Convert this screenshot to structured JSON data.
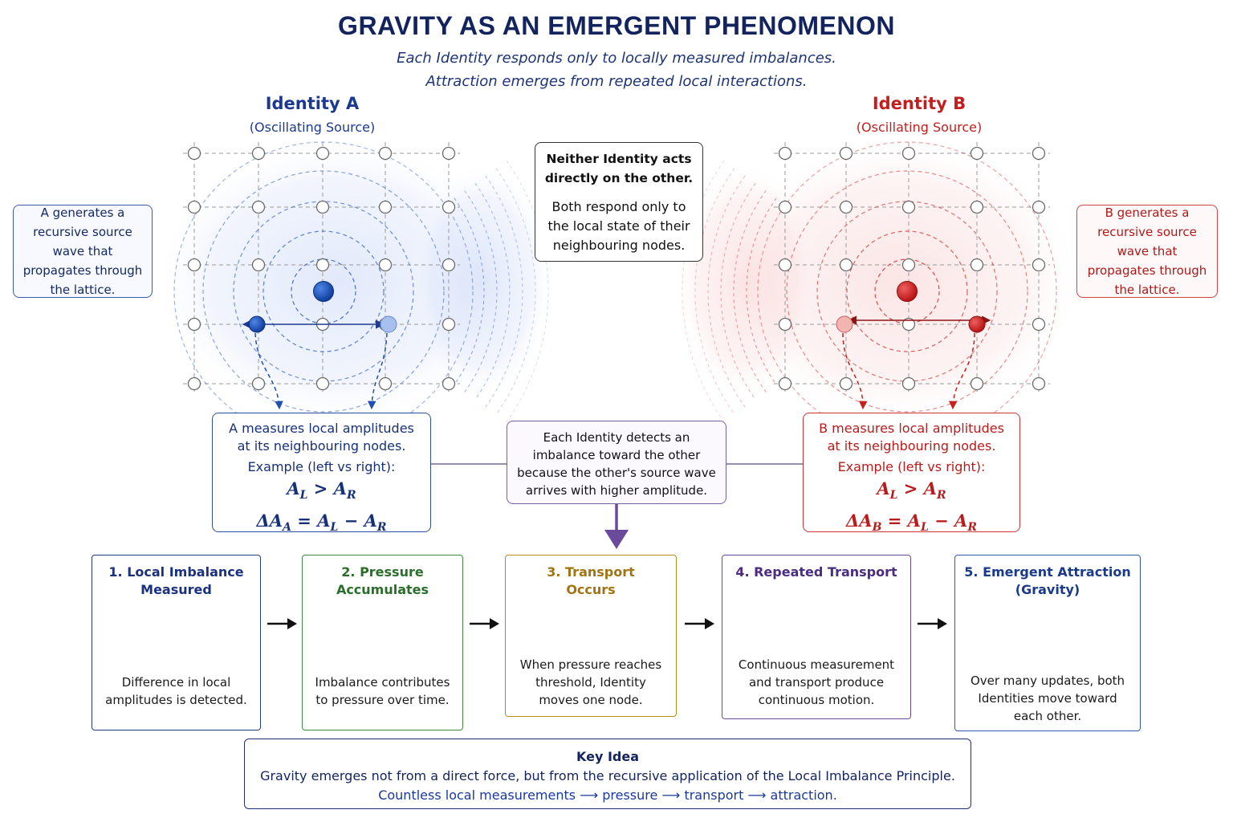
{
  "header": {
    "title": "GRAVITY AS AN EMERGENT PHENOMENON",
    "subtitle_line1": "Each Identity responds only to locally measured imbalances.",
    "subtitle_line2": "Attraction emerges from repeated local interactions."
  },
  "identity_a": {
    "name": "Identity A",
    "subtitle": "(Oscillating Source)",
    "side_note": "A generates a recursive source wave that propagates through the lattice.",
    "measure_line1": "A measures local amplitudes",
    "measure_line2": "at its neighbouring nodes.",
    "example": "Example (left vs right):",
    "formula1": {
      "lhs": "A",
      "lhs_sub": "L",
      "op": ">",
      "rhs": "A",
      "rhs_sub": "R"
    },
    "formula2": {
      "delta": "ΔA",
      "delta_sub": "A",
      "eq": "=",
      "a": "A",
      "a_sub": "L",
      "minus": "−",
      "b": "A",
      "b_sub": "R"
    }
  },
  "identity_b": {
    "name": "Identity B",
    "subtitle": "(Oscillating Source)",
    "side_note": "B generates a recursive source wave that propagates through the lattice.",
    "measure_line1": "B measures local amplitudes",
    "measure_line2": "at its neighbouring nodes.",
    "example": "Example (left vs right):",
    "formula1": {
      "lhs": "A",
      "lhs_sub": "L",
      "op": ">",
      "rhs": "A",
      "rhs_sub": "R"
    },
    "formula2": {
      "delta": "ΔA",
      "delta_sub": "B",
      "eq": "=",
      "a": "A",
      "a_sub": "L",
      "minus": "−",
      "b": "A",
      "b_sub": "R"
    }
  },
  "center_note": {
    "bold_line1": "Neither Identity acts",
    "bold_line2": "directly on the other.",
    "body": "Both respond only to the local state of their neighbouring nodes."
  },
  "detect_note": "Each Identity detects an imbalance toward the other because the other's source wave arrives with higher amplitude.",
  "steps": [
    {
      "title_line1": "1. Local Imbalance",
      "title_line2": "Measured",
      "desc": "Difference in local amplitudes is detected."
    },
    {
      "title_line1": "2. Pressure",
      "title_line2": "Accumulates",
      "desc": "Imbalance contributes to pressure over time."
    },
    {
      "title_line1": "3. Transport",
      "title_line2": "Occurs",
      "desc": "When pressure reaches threshold, Identity moves one node."
    },
    {
      "title_line1": "4. Repeated Transport",
      "title_line2": "",
      "desc": "Continuous measurement and transport produce continuous motion."
    },
    {
      "title_line1": "5. Emergent Attraction",
      "title_line2": "(Gravity)",
      "desc": "Over many updates, both Identities move toward each other."
    }
  ],
  "key_idea": {
    "title": "Key Idea",
    "line1": "Gravity emerges not from a direct force, but from the recursive application of the Local Imbalance Principle.",
    "flow": [
      "Countless local measurements",
      "pressure",
      "transport",
      "attraction."
    ]
  },
  "colors": {
    "identity_a": "#1f4fb0",
    "identity_b": "#c82020",
    "navy": "#12235e",
    "green": "#3e8a40",
    "gold": "#b88a1e",
    "purple": "#6a4a9a"
  },
  "icons": [
    "seesaw-icon",
    "rising-bars-icon",
    "move-one-node-icon",
    "repeated-transport-icon",
    "attraction-icon"
  ]
}
